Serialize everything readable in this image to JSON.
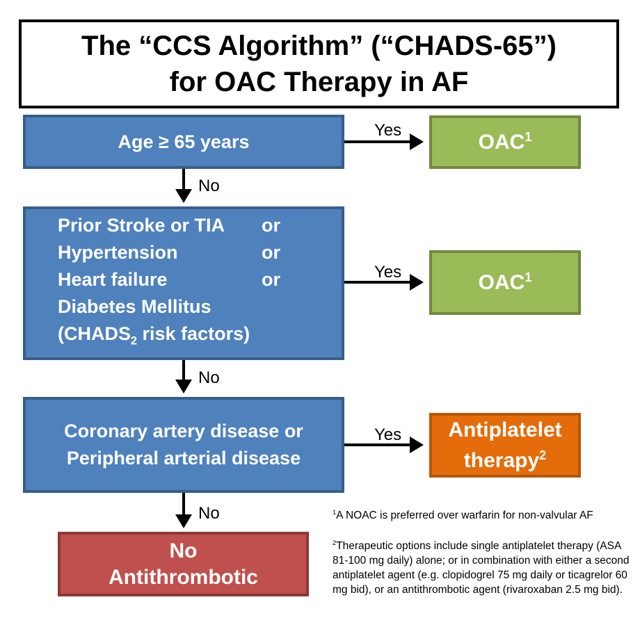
{
  "title": {
    "line1": "The “CCS Algorithm” (“CHADS-65”)",
    "line2": "for OAC Therapy in AF"
  },
  "steps": [
    {
      "text": "Age ≥ 65 years"
    },
    {
      "rows": [
        {
          "label": "Prior Stroke or TIA",
          "conj": "or"
        },
        {
          "label": "Hypertension",
          "conj": "or"
        },
        {
          "label": "Heart failure",
          "conj": "or"
        },
        {
          "label": "Diabetes Mellitus",
          "conj": ""
        }
      ],
      "last_pre": "(CHADS",
      "last_sub": "2",
      "last_post": " risk factors)"
    },
    {
      "line1": "Coronary artery disease or",
      "line2": "Peripheral arterial disease"
    }
  ],
  "outcomes": {
    "oac": "OAC",
    "oac_sup": "1",
    "antiplatelet_line1": "Antiplatelet",
    "antiplatelet_line2": "therapy",
    "antiplatelet_sup": "2",
    "none_line1": "No",
    "none_line2": "Antithrombotic"
  },
  "labels": {
    "yes": "Yes",
    "no": "No"
  },
  "footnotes": {
    "fn1_mark": "1",
    "fn1": "A NOAC is preferred over warfarin for non-valvular AF",
    "fn2_mark": "2",
    "fn2": "Therapeutic options include single antiplatelet therapy (ASA 81-100 mg daily) alone; or in combination with either a second antiplatelet agent (e.g. clopidogrel 75 mg daily or ticagrelor 60 mg bid), or an antithrombotic agent (rivaroxaban 2.5 mg bid)."
  }
}
